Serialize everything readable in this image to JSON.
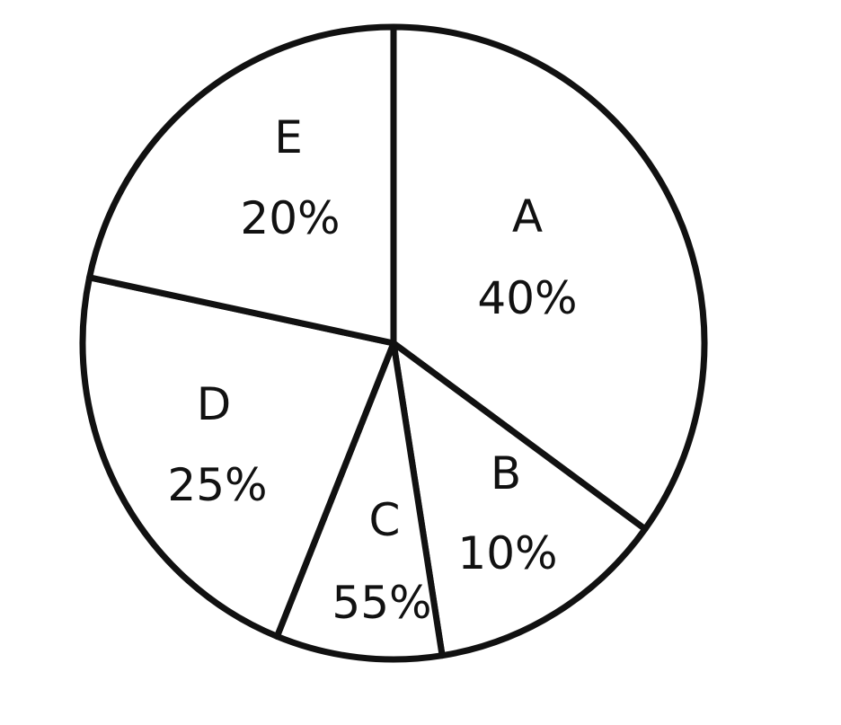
{
  "chart_data": {
    "type": "pie",
    "slices": [
      {
        "label": "A",
        "value_text": "40%"
      },
      {
        "label": "B",
        "value_text": "10%"
      },
      {
        "label": "C",
        "value_text": "55%"
      },
      {
        "label": "D",
        "value_text": "25%"
      },
      {
        "label": "E",
        "value_text": "20%"
      }
    ],
    "stroke_color": "#111111",
    "fill_color": "#ffffff"
  }
}
